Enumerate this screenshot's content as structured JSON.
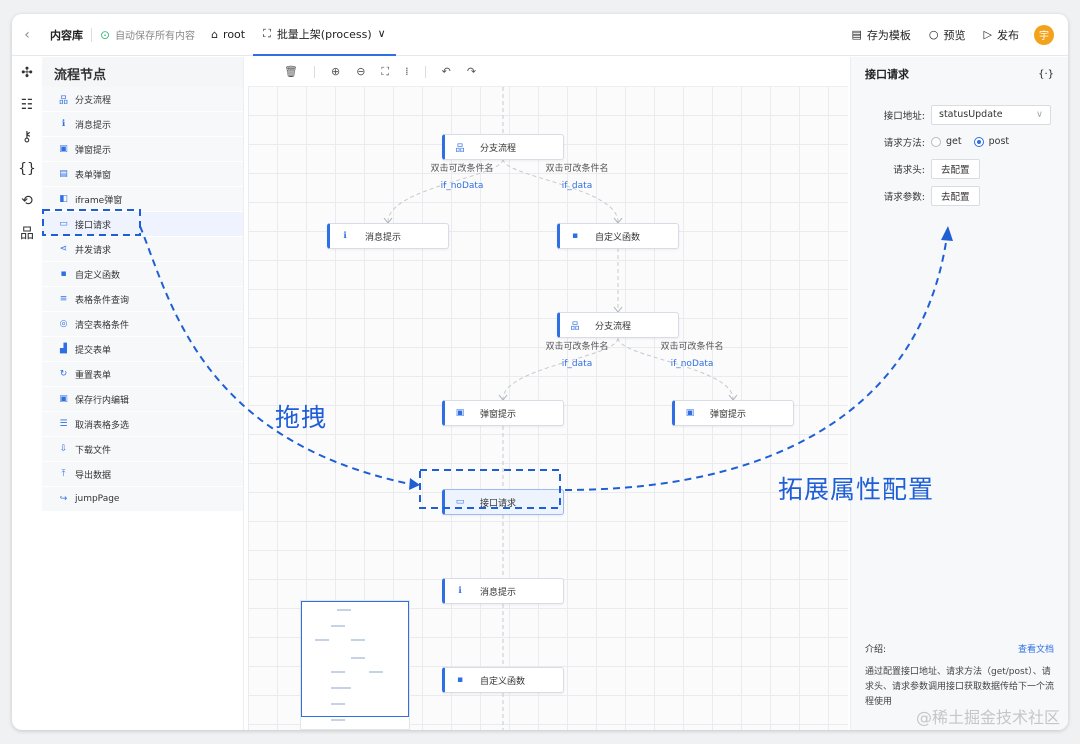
{
  "topbar": {
    "back_icon": "chevron-left-icon",
    "library": "内容库",
    "autosave": "自动保存所有内容",
    "root": "root",
    "process_tab": "批量上架(process)",
    "save_template": "存为模板",
    "preview": "预览",
    "publish": "发布",
    "avatar": "宇"
  },
  "node_panel": {
    "title": "流程节点",
    "items": [
      {
        "label": "分支流程",
        "icon": "branch-icon",
        "glyph": "品"
      },
      {
        "label": "消息提示",
        "icon": "info-icon",
        "glyph": "ℹ"
      },
      {
        "label": "弹窗提示",
        "icon": "popup-icon",
        "glyph": "▣"
      },
      {
        "label": "表单弹窗",
        "icon": "form-dialog-icon",
        "glyph": "▤"
      },
      {
        "label": "iframe弹窗",
        "icon": "iframe-icon",
        "glyph": "◧"
      },
      {
        "label": "接口请求",
        "icon": "api-request-icon",
        "glyph": "▭"
      },
      {
        "label": "并发请求",
        "icon": "concurrent-icon",
        "glyph": "⋖"
      },
      {
        "label": "自定义函数",
        "icon": "function-icon",
        "glyph": "▪"
      },
      {
        "label": "表格条件查询",
        "icon": "table-query-icon",
        "glyph": "≡"
      },
      {
        "label": "清空表格条件",
        "icon": "clear-icon",
        "glyph": "◎"
      },
      {
        "label": "提交表单",
        "icon": "submit-icon",
        "glyph": "▟"
      },
      {
        "label": "重置表单",
        "icon": "reset-icon",
        "glyph": "↻"
      },
      {
        "label": "保存行内编辑",
        "icon": "save-icon",
        "glyph": "▣"
      },
      {
        "label": "取消表格多选",
        "icon": "list-icon",
        "glyph": "☰"
      },
      {
        "label": "下载文件",
        "icon": "download-icon",
        "glyph": "⇩"
      },
      {
        "label": "导出数据",
        "icon": "export-icon",
        "glyph": "⤒"
      },
      {
        "label": "jumpPage",
        "icon": "jump-icon",
        "glyph": "↪"
      }
    ]
  },
  "canvas": {
    "nodes": {
      "branch1": "分支流程",
      "msg1": "消息提示",
      "func1": "自定义函数",
      "branch2": "分支流程",
      "popup1": "弹窗提示",
      "popup2": "弹窗提示",
      "api": "接口请求",
      "msg2": "消息提示",
      "func2": "自定义函数"
    },
    "conditions": {
      "c1_text": "双击可改条件名",
      "c1_value": "if_noData",
      "c2_text": "双击可改条件名",
      "c2_value": "if_data",
      "c3_text": "双击可改条件名",
      "c3_value": "if_data",
      "c4_text": "双击可改条件名",
      "c4_value": "if_noData"
    }
  },
  "right_panel": {
    "title": "接口请求",
    "code_icon": "{·}",
    "url_label": "接口地址:",
    "url_value": "statusUpdate",
    "method_label": "请求方法:",
    "method_get": "get",
    "method_post": "post",
    "method_selected": "post",
    "headers_label": "请求头:",
    "headers_button": "去配置",
    "params_label": "请求参数:",
    "params_button": "去配置",
    "intro_label": "介绍:",
    "doc_link": "查看文档",
    "intro_text": "通过配置接口地址、请求方法（get/post）、请求头、请求参数调用接口获取数据传给下一个流程使用"
  },
  "annotations": {
    "drag": "拖拽",
    "extend": "拓展属性配置",
    "accent": "#1f5fd6"
  },
  "watermark": "@稀土掘金技术社区"
}
